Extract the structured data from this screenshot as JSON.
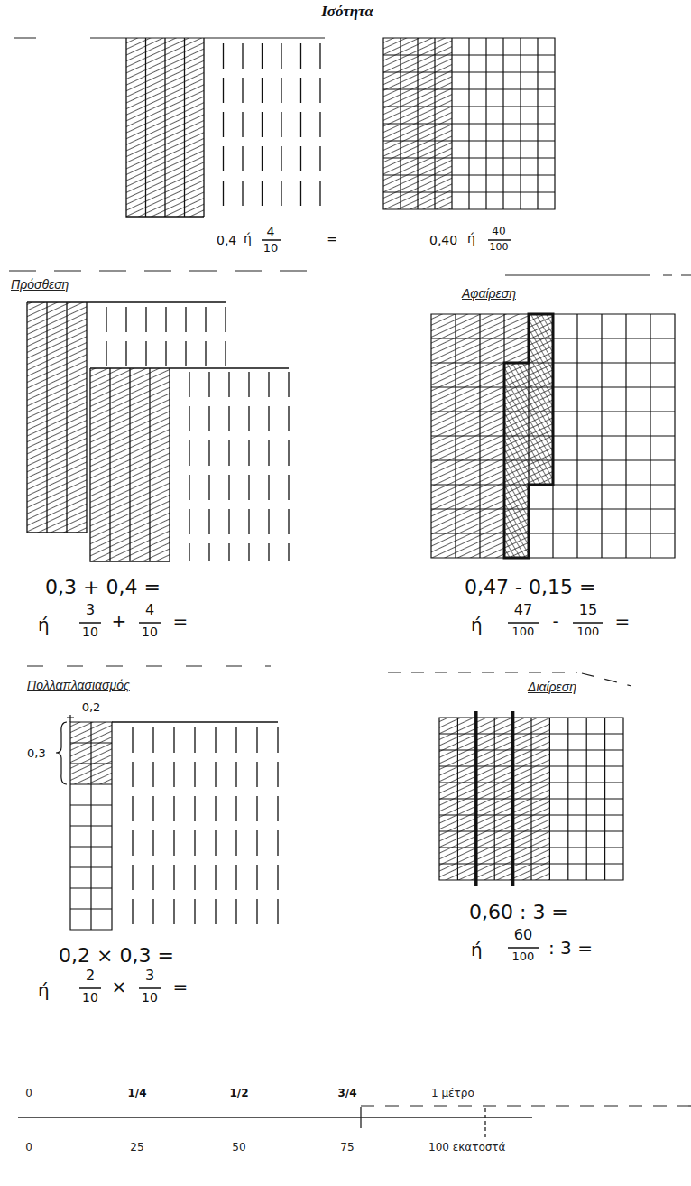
{
  "diagram": {
    "labels": [
      "Ισότητα",
      "0,4",
      "ή",
      "4",
      "10",
      "=",
      "0,40",
      "ή",
      "40",
      "100",
      "Πρόσθεση",
      "Αφαίρεση",
      "0,3 + 0,4 =",
      "ή",
      "3",
      "10",
      "+",
      "4",
      "10",
      "=",
      "0,47 - 0,15 =",
      "ή",
      "47",
      "100",
      "-",
      "15",
      "100",
      "=",
      "Πολλαπλασιασμός",
      "Διαίρεση",
      "0,2",
      "0,3",
      "0,2 × 0,3 =",
      "ή",
      "2",
      "10",
      "×",
      "3",
      "10",
      "=",
      "0,60 : 3 =",
      "ή",
      "60",
      "100",
      ": 3 =",
      "0",
      "1/4",
      "1/2",
      "3/4",
      "1 μέτρο",
      "0",
      "25",
      "50",
      "75",
      "100 εκατοστά"
    ]
  }
}
